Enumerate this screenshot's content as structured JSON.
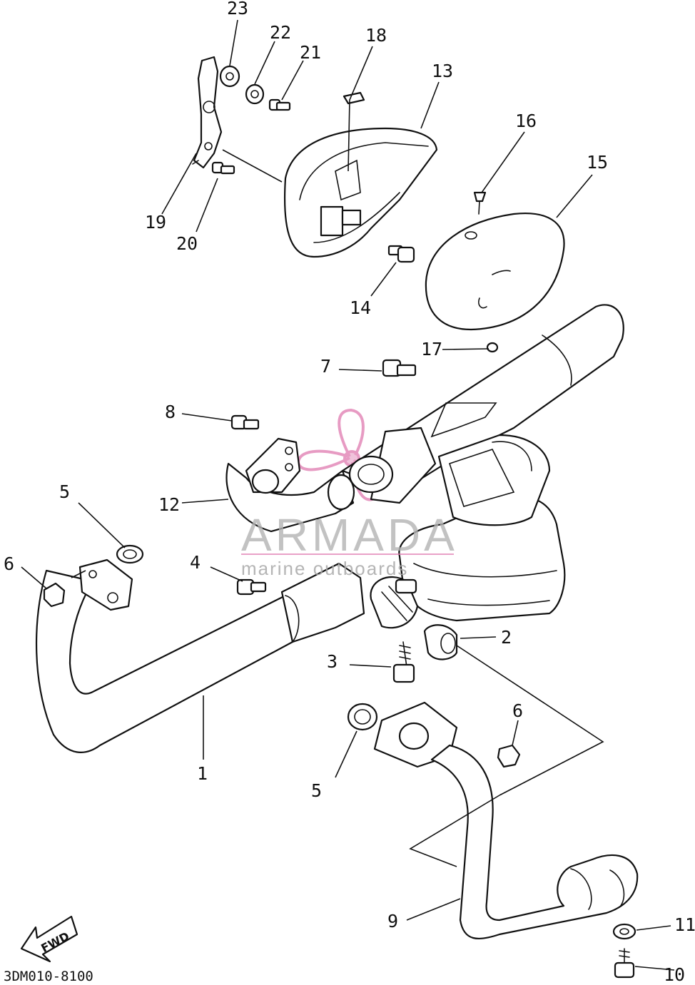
{
  "diagram_code": "3DM010-8100",
  "fwd_label": "FWD",
  "watermark": {
    "brand": "ARMADA",
    "tagline": "marine outboards",
    "accent_color": "#e07ab0"
  },
  "callouts": [
    "1",
    "2",
    "3",
    "4",
    "5",
    "6",
    "7",
    "8",
    "9",
    "10",
    "11",
    "12",
    "13",
    "14",
    "15",
    "16",
    "17",
    "18",
    "19",
    "20",
    "21",
    "22",
    "23",
    "5",
    "6"
  ]
}
